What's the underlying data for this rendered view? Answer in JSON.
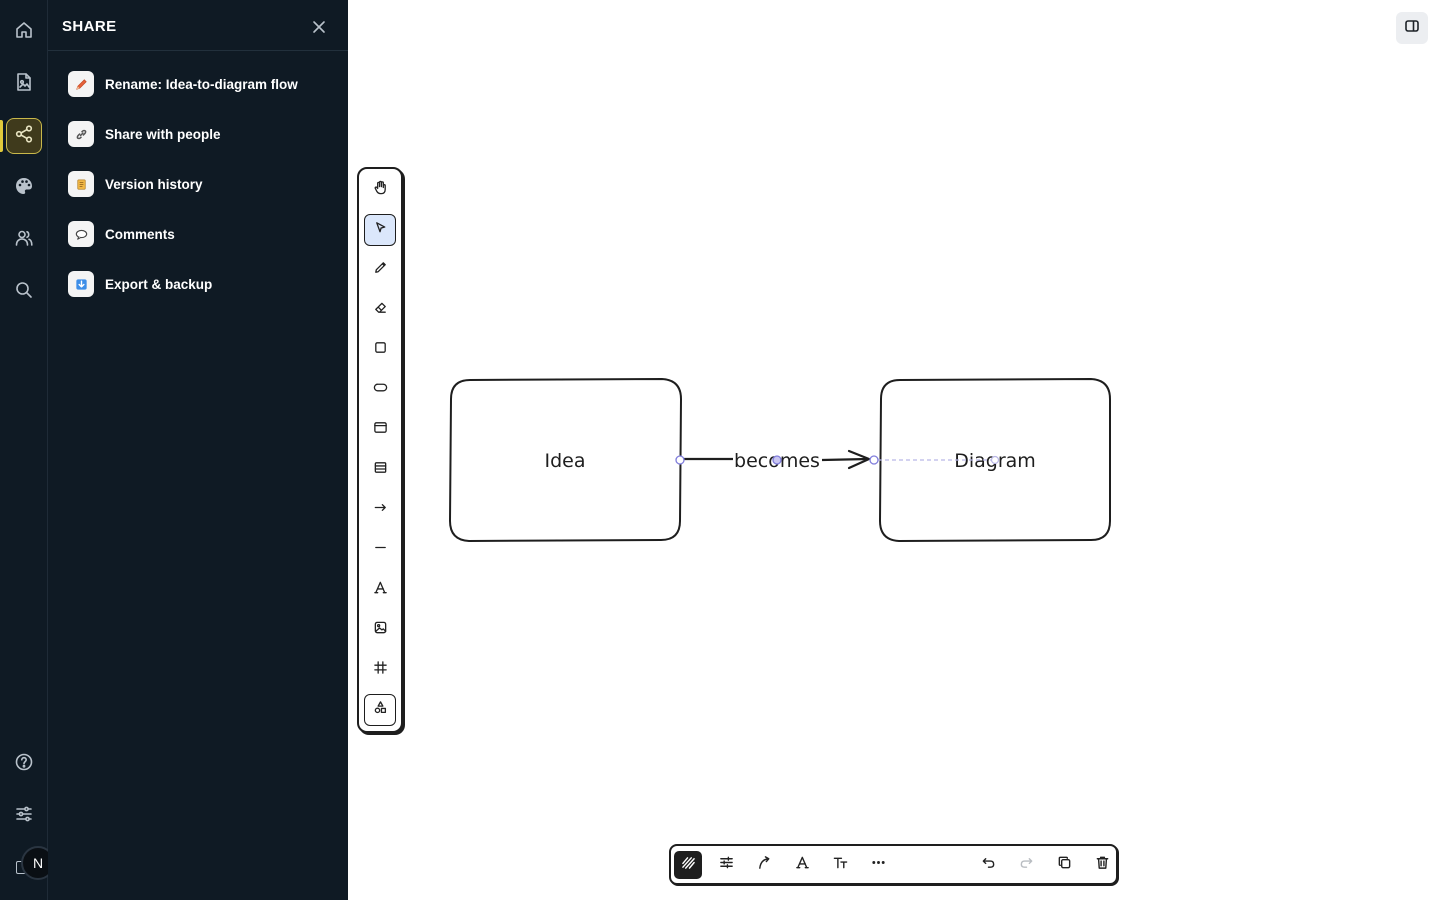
{
  "rail": {
    "items": [
      {
        "name": "home-icon",
        "active": false
      },
      {
        "name": "document-icon",
        "active": false
      },
      {
        "name": "share-icon",
        "active": true
      },
      {
        "name": "palette-icon",
        "active": false
      },
      {
        "name": "people-icon",
        "active": false
      },
      {
        "name": "search-icon",
        "active": false
      }
    ],
    "bottom": [
      {
        "name": "help-icon"
      },
      {
        "name": "settings-sliders-icon"
      }
    ],
    "avatar_initial": "N",
    "accent_color": "#e0c93c"
  },
  "panel": {
    "title": "SHARE",
    "items": [
      {
        "label": "Rename: Idea-to-diagram flow",
        "icon": "pencil-icon"
      },
      {
        "label": "Share with people",
        "icon": "link-icon"
      },
      {
        "label": "Version history",
        "icon": "scroll-icon"
      },
      {
        "label": "Comments",
        "icon": "speech-bubble-icon"
      },
      {
        "label": "Export & backup",
        "icon": "download-arrow-icon"
      }
    ]
  },
  "canvas": {
    "diagram": {
      "nodes": [
        {
          "label": "Idea"
        },
        {
          "label": "Diagram"
        }
      ],
      "edge_label": "becomes"
    },
    "vertical_toolbar": [
      {
        "name": "hand-tool",
        "selected": false
      },
      {
        "name": "select-tool",
        "selected": true
      },
      {
        "name": "pencil-tool",
        "selected": false
      },
      {
        "name": "eraser-tool",
        "selected": false
      },
      {
        "name": "rectangle-tool",
        "selected": false
      },
      {
        "name": "ellipse-tool",
        "selected": false
      },
      {
        "name": "frame-tool",
        "selected": false
      },
      {
        "name": "table-tool",
        "selected": false
      },
      {
        "name": "arrow-tool",
        "selected": false
      },
      {
        "name": "line-tool",
        "selected": false
      },
      {
        "name": "text-tool",
        "selected": false
      },
      {
        "name": "image-tool",
        "selected": false
      },
      {
        "name": "hash-frame-tool",
        "selected": false
      },
      {
        "name": "shapes-library-tool",
        "selected": false
      }
    ],
    "bottom_toolbar": [
      {
        "name": "sketch-style",
        "active": true
      },
      {
        "name": "style-settings"
      },
      {
        "name": "curve-arrow"
      },
      {
        "name": "font-style"
      },
      {
        "name": "text-size"
      },
      {
        "name": "more-options"
      },
      {
        "name": "undo"
      },
      {
        "name": "redo",
        "disabled": true
      },
      {
        "name": "duplicate"
      },
      {
        "name": "delete"
      }
    ]
  }
}
